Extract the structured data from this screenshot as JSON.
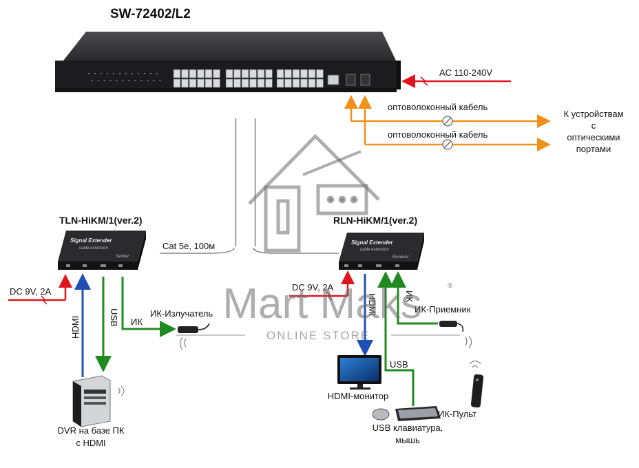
{
  "switch": {
    "model": "SW-72402/L2",
    "power": "AC 110-240V"
  },
  "fiber": {
    "cable1": "оптоволоконный кабель",
    "cable2": "оптоволоконный кабель",
    "target_line1": "К устройствам",
    "target_line2": "с",
    "target_line3": "оптическими",
    "target_line4": "портами"
  },
  "sender": {
    "model": "TLN-HiKM/1(ver.2)",
    "face_title": "Signal Extender",
    "face_sub": "cable extension",
    "face_role": "Sender",
    "power": "DC 9V, 2A",
    "hdmi_label": "HDMI",
    "usb_label": "USB",
    "ir_label": "ИК",
    "ir_emitter": "ИК-Излучатель",
    "pc_line1": "DVR на базе ПК",
    "pc_line2": "с HDMI"
  },
  "receiver": {
    "model": "RLN-HiKM/1(ver.2)",
    "face_title": "Signal Extender",
    "face_sub": "cable extension",
    "face_role": "Receiver",
    "power": "DC 9V, 2A",
    "hdmi_label": "HDMI",
    "ir_label": "ИК",
    "ir_receiver": "ИК-Приемник",
    "monitor": "HDMI-монитор",
    "usb_label": "USB",
    "kb_line1": "USB клавиатура,",
    "kb_line2": "мышь",
    "remote": "ИК-Пульт"
  },
  "cable": {
    "label": "Cat 5e, 100м"
  },
  "watermark": {
    "brand": "Mart Maks",
    "registered": "®",
    "store": "ONLINE STORE"
  },
  "colors": {
    "power": "#e0141e",
    "fiber": "#f39019",
    "hdmi": "#1f4fb5",
    "usb": "#1f8a1f",
    "ir": "#1f8a1f",
    "device": "#1c1c1e",
    "watermark": "#6b6b6b"
  }
}
